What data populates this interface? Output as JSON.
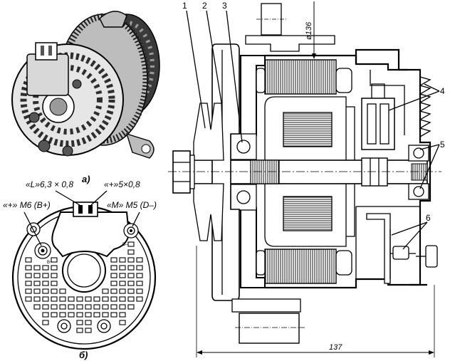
{
  "figure": {
    "panel_a_label": "а)",
    "panel_b_label": "б)"
  },
  "panel_b": {
    "terminal_l": "«L»6,3 × 0,8",
    "terminal_plus_small": "«+»5×0,8",
    "terminal_plus_bolt": "«+» M6 (B+)",
    "terminal_m_bolt": "«M» M5 (D–)",
    "mark_b_plus": "B+",
    "mark_d_minus": "D–"
  },
  "section": {
    "callouts": [
      "1",
      "2",
      "3",
      "4",
      "5",
      "6"
    ],
    "diameter_dim": "ø136",
    "length_dim": "137"
  },
  "colors": {
    "line": "#000000",
    "background": "#ffffff"
  }
}
